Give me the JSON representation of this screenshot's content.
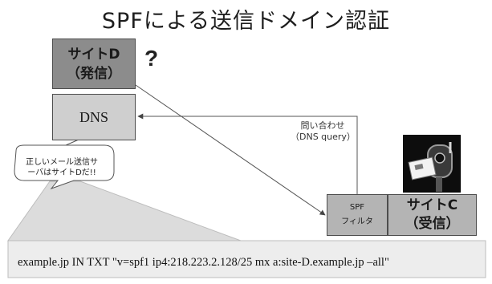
{
  "title": "SPFによる送信ドメイン認証",
  "site_d": {
    "name": "サイトD",
    "role": "（発信）"
  },
  "question_mark": "?",
  "dns": {
    "label": "DNS"
  },
  "query": {
    "label_ja": "問い合わせ",
    "label_en": "（DNS query）"
  },
  "bubble": {
    "line1": "正しいメール送信サ",
    "line2": "ーバはサイトDだ!!"
  },
  "spf_filter": {
    "line1": "SPF",
    "line2": "フィルタ"
  },
  "site_c": {
    "name": "サイトC",
    "role": "（受信）"
  },
  "icons": {
    "mailbox": "mailbox-icon"
  },
  "record": {
    "text": "example.jp  IN TXT  \"v=spf1 ip4:218.223.2.128/25  mx a:site-D.example.jp –all\""
  },
  "colors": {
    "site_d_fill": "#8c8c8c",
    "dns_fill": "#cfcfcf",
    "receiver_fill": "#b4b4b4",
    "record_fill": "#ededed",
    "callout_fill": "#dcdcdc"
  }
}
